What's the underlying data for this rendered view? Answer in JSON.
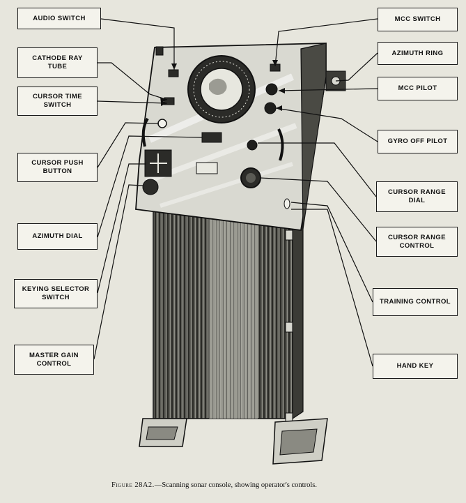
{
  "figure": {
    "number": "Figure 28A2.",
    "caption": "—Scanning sonar console, showing operator's controls."
  },
  "labels": {
    "audio_switch": "AUDIO SWITCH",
    "cathode_ray_tube": "CATHODE RAY\nTUBE",
    "cursor_time_switch": "CURSOR TIME\nSWITCH",
    "cursor_push_button": "CURSOR PUSH\nBUTTON",
    "azimuth_dial": "AZIMUTH DIAL",
    "keying_selector_switch": "KEYING SELECTOR\nSWITCH",
    "master_gain_control": "MASTER GAIN\nCONTROL",
    "mcc_switch": "MCC SWITCH",
    "azimuth_ring": "AZIMUTH RING",
    "mcc_pilot": "MCC PILOT",
    "gyro_off_pilot": "GYRO OFF PILOT",
    "cursor_range_dial": "CURSOR RANGE\nDIAL",
    "cursor_range_control": "CURSOR RANGE\nCONTROL",
    "training_control": "TRAINING CONTROL",
    "hand_key": "HAND KEY"
  }
}
